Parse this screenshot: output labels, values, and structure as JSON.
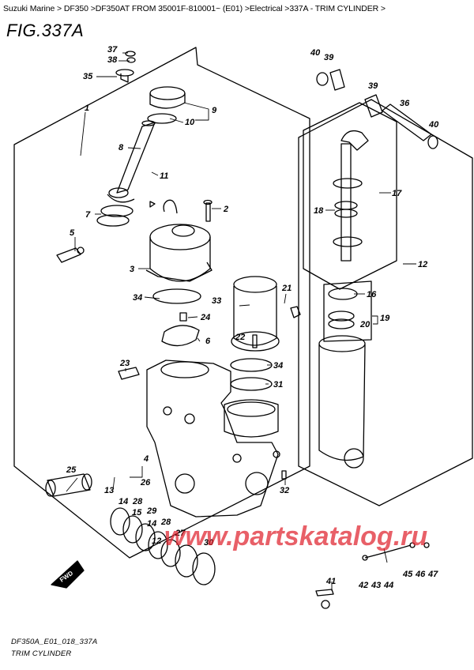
{
  "breadcrumb": "Suzuki Marine > DF350 >DF350AT FROM 35001F-810001~ (E01) >Electrical >337A - TRIM CYLINDER >",
  "figure_title": "FIG.337A",
  "footer": {
    "code": "DF350A_E01_018_337A",
    "name": "TRIM CYLINDER"
  },
  "watermark": "www.partskatalog.ru",
  "fwd_label": "FWD",
  "callouts": [
    "37",
    "38",
    "35",
    "1",
    "8",
    "11",
    "7",
    "5",
    "2",
    "9",
    "10",
    "3",
    "34",
    "24",
    "6",
    "23",
    "25",
    "13",
    "14",
    "15",
    "12",
    "27",
    "28",
    "29",
    "26",
    "30",
    "4",
    "33",
    "22",
    "21",
    "34",
    "31",
    "32",
    "40",
    "39",
    "39",
    "36",
    "40",
    "17",
    "18",
    "12",
    "16",
    "20",
    "19",
    "42",
    "43",
    "44",
    "45",
    "46",
    "47",
    "41",
    "14",
    "28"
  ]
}
